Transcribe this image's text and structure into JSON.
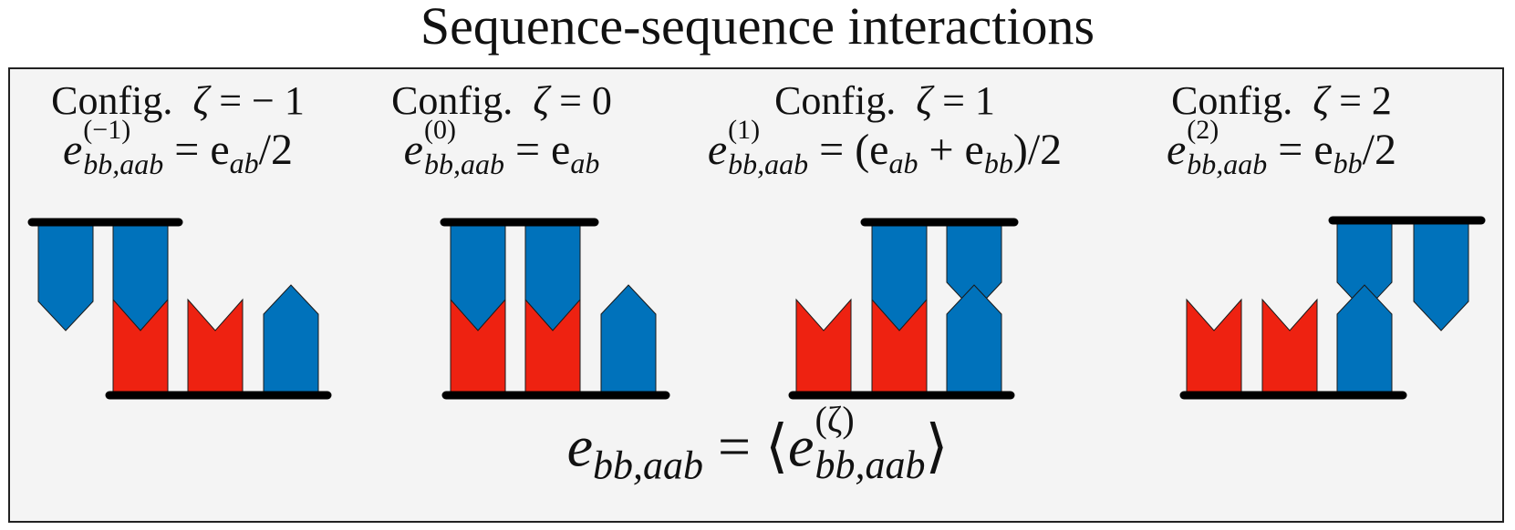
{
  "title": "Sequence-sequence interactions",
  "configs": [
    {
      "label": "Config.",
      "zeta_sym": "ζ",
      "zeta_val": "= − 1",
      "e": "e",
      "sup": "(−1)",
      "sub": "bb,aab",
      "rhs": "= e",
      "rhs_sub": "ab",
      "rhs_tail": "/2"
    },
    {
      "label": "Config.",
      "zeta_sym": "ζ",
      "zeta_val": "= 0",
      "e": "e",
      "sup": "(0)",
      "sub": "bb,aab",
      "rhs": "= e",
      "rhs_sub": "ab",
      "rhs_tail": ""
    },
    {
      "label": "Config.",
      "zeta_sym": "ζ",
      "zeta_val": "= 1",
      "e": "e",
      "sup": "(1)",
      "sub": "bb,aab",
      "rhs": "= (e",
      "rhs_sub": "ab",
      "rhs_mid": " + e",
      "rhs_sub2": "bb",
      "rhs_tail": ")/2"
    },
    {
      "label": "Config.",
      "zeta_sym": "ζ",
      "zeta_val": "= 2",
      "e": "e",
      "sup": "(2)",
      "sub": "bb,aab",
      "rhs": "= e",
      "rhs_sub": "bb",
      "rhs_tail": "/2"
    }
  ],
  "final": {
    "lhs": "e",
    "lhs_sub": "bb,aab",
    "eq": " = ⟨",
    "e": "e",
    "sup": "(ζ)",
    "sub": "bb,aab",
    "close": "⟩"
  },
  "colors": {
    "red": "#ee2211",
    "blue": "#0072bb",
    "bar": "#000000",
    "panel": "#f4f4f4"
  }
}
